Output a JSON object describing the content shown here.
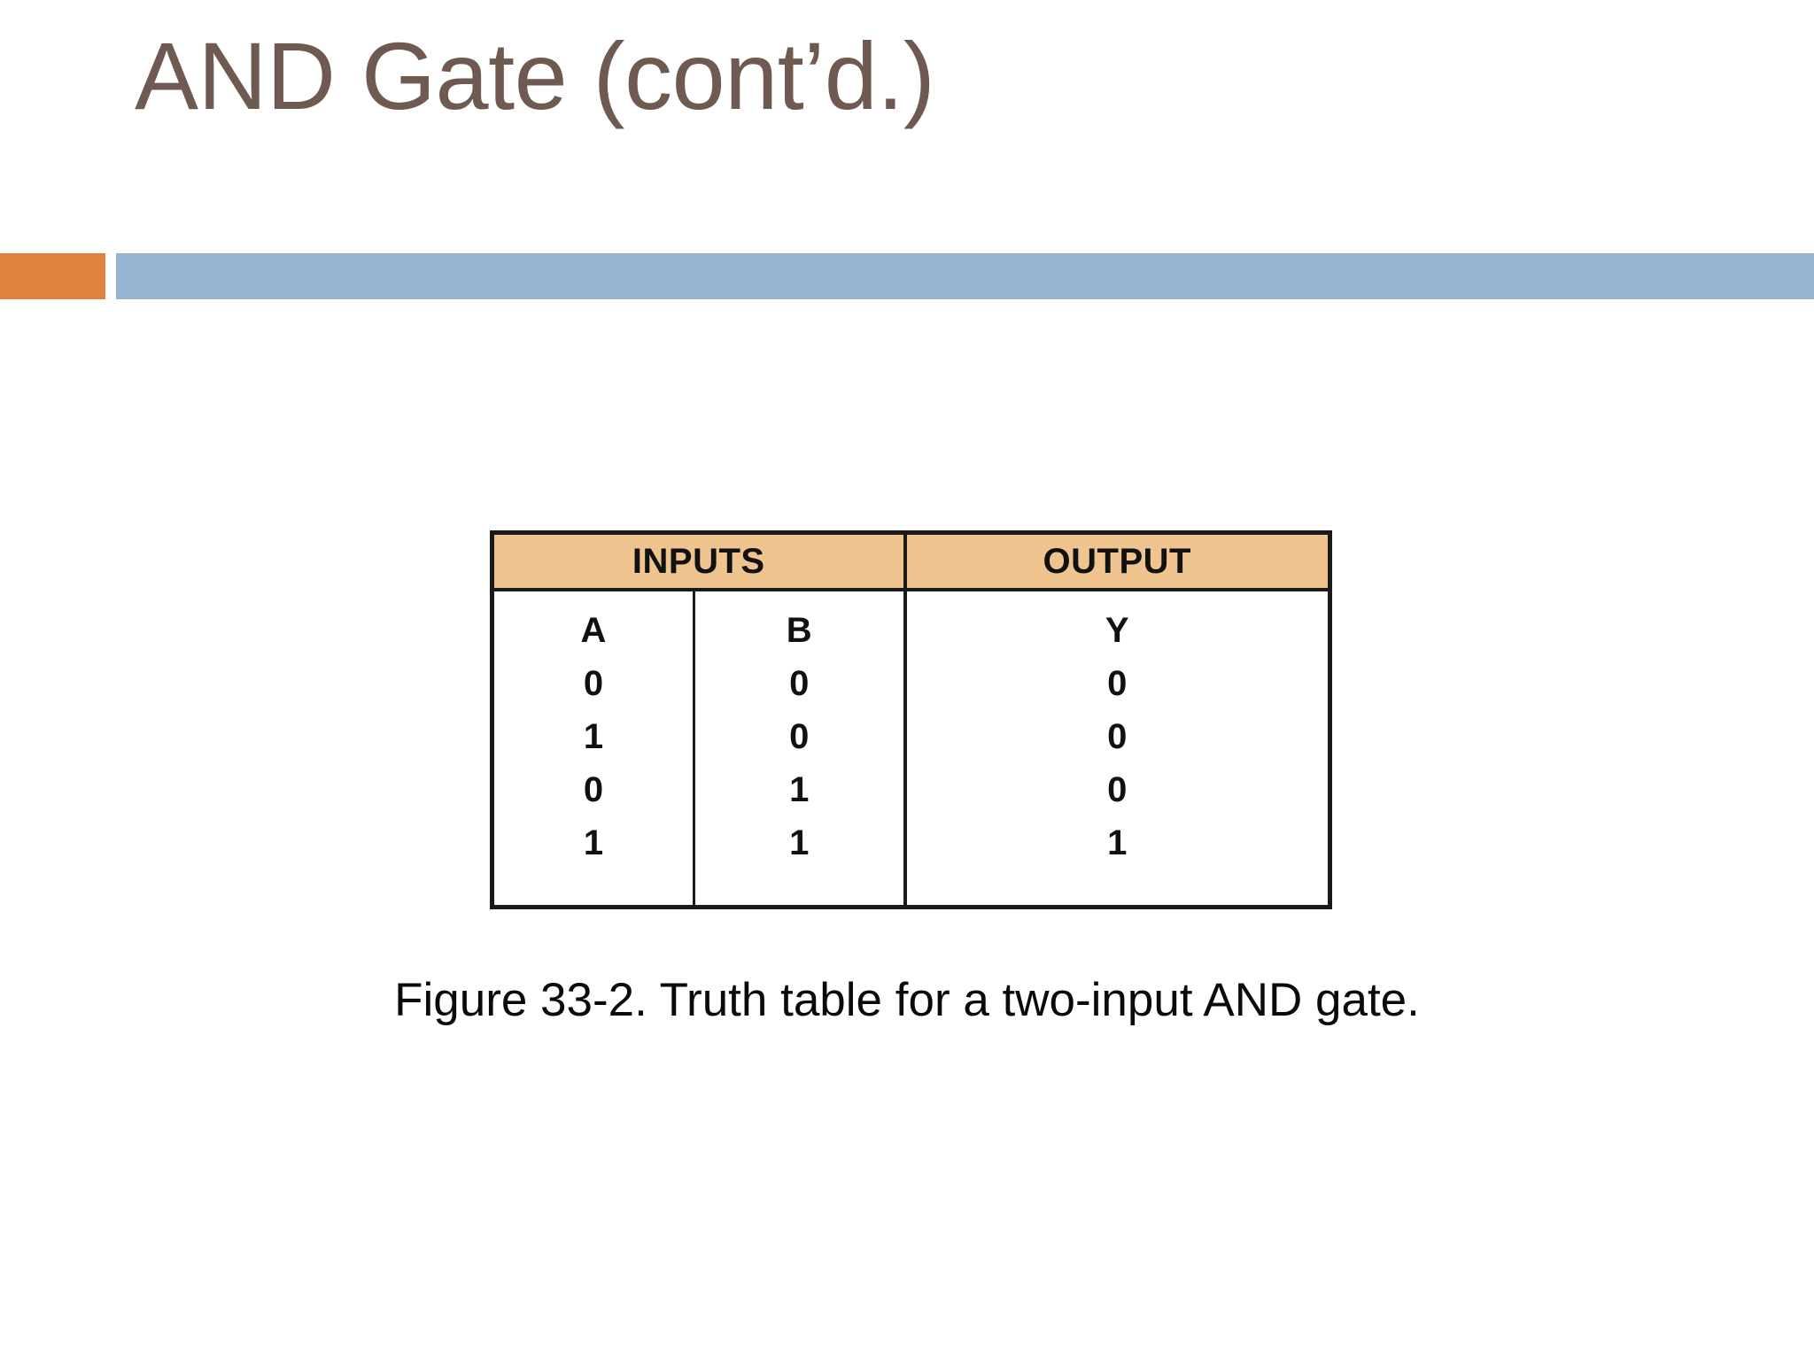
{
  "slide": {
    "title": "AND Gate (cont’d.)",
    "title_color": "#6E5A51",
    "background_color": "#FFFFFF"
  },
  "accent_rule": {
    "orange_color": "#E1823F",
    "blue_color": "#97B4D1"
  },
  "figure": {
    "caption": "Figure 33-2. Truth table for a two-input AND gate.",
    "header_fill": "#EFC48F",
    "border_color": "#1A1A1A",
    "group_headers": [
      {
        "label": "INPUTS",
        "span": 2
      },
      {
        "label": "OUTPUT",
        "span": 1
      }
    ],
    "column_labels": {
      "a": "A",
      "b": "B",
      "y": "Y"
    },
    "rows": [
      {
        "a": "0",
        "b": "0",
        "y": "0"
      },
      {
        "a": "1",
        "b": "0",
        "y": "0"
      },
      {
        "a": "0",
        "b": "1",
        "y": "0"
      },
      {
        "a": "1",
        "b": "1",
        "y": "1"
      }
    ]
  },
  "chart_data": {
    "type": "table",
    "title": "Figure 33-2. Truth table for a two-input AND gate.",
    "columns": [
      "A",
      "B",
      "Y"
    ],
    "column_groups": [
      "INPUTS",
      "INPUTS",
      "OUTPUT"
    ],
    "values": [
      [
        "0",
        "0",
        "0"
      ],
      [
        "1",
        "0",
        "0"
      ],
      [
        "0",
        "1",
        "0"
      ],
      [
        "1",
        "1",
        "1"
      ]
    ]
  }
}
